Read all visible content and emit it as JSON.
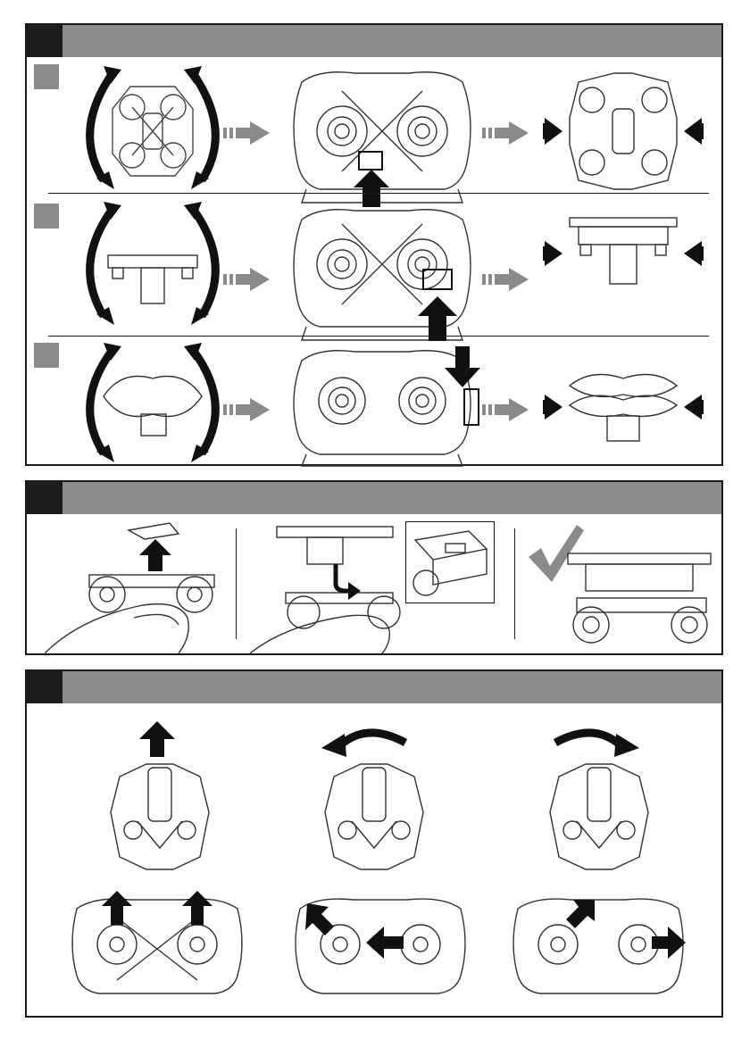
{
  "panels": [
    {
      "id": "panel-1",
      "number": ""
    },
    {
      "id": "panel-2",
      "number": ""
    },
    {
      "id": "panel-3",
      "number": ""
    }
  ],
  "icons": {
    "grey_arrow": "grey-right-arrow-icon",
    "black_arrow": "black-push-arrow-icon",
    "check": "checkmark-icon"
  },
  "colors": {
    "header_gray": "#8c8c8c",
    "header_dark": "#1c1c1c",
    "arrow_gray": "#8a8a8a",
    "line_art": "#1a1a1a"
  }
}
